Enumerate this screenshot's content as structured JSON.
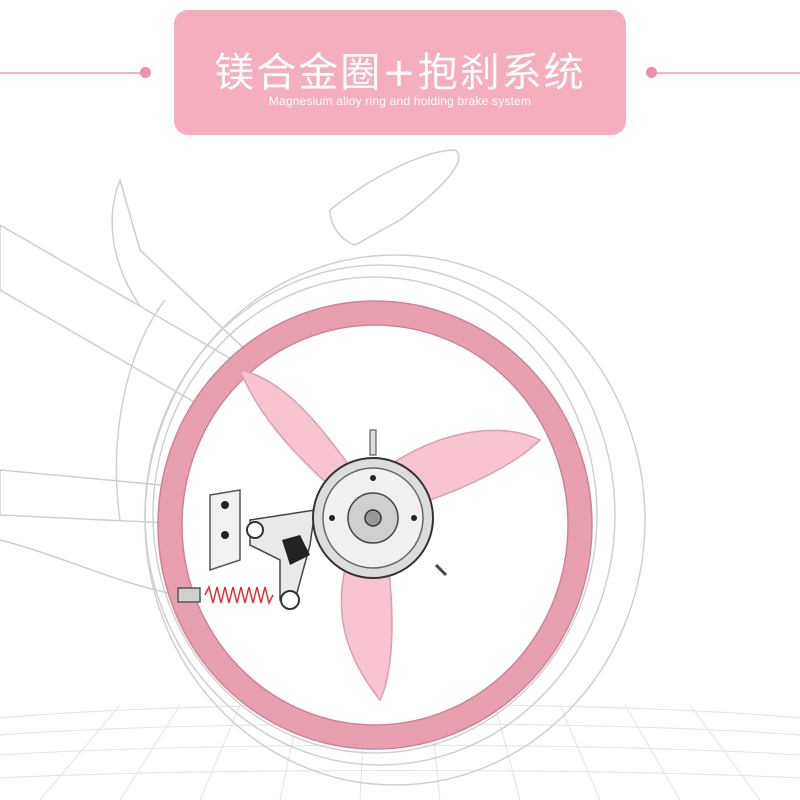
{
  "banner": {
    "title": "镁合金圈+抱刹系统",
    "subtitle": "Magnesium alloy ring and holding brake system"
  },
  "colors": {
    "banner_bg": "#f4aebe",
    "accent_pink": "#f08fa8",
    "rim_pink": "#e8a0b0",
    "spoke_pink": "#f6c3cf",
    "outline_gray": "#c8c8c8",
    "spring_red": "#e03030"
  },
  "illustration": {
    "subject": "bicycle-rear-wheel-with-band-brake",
    "icons": [
      "wheel-rim-icon",
      "spoke-icon",
      "brake-drum-icon",
      "brake-spring-icon",
      "frame-outline-icon"
    ]
  }
}
